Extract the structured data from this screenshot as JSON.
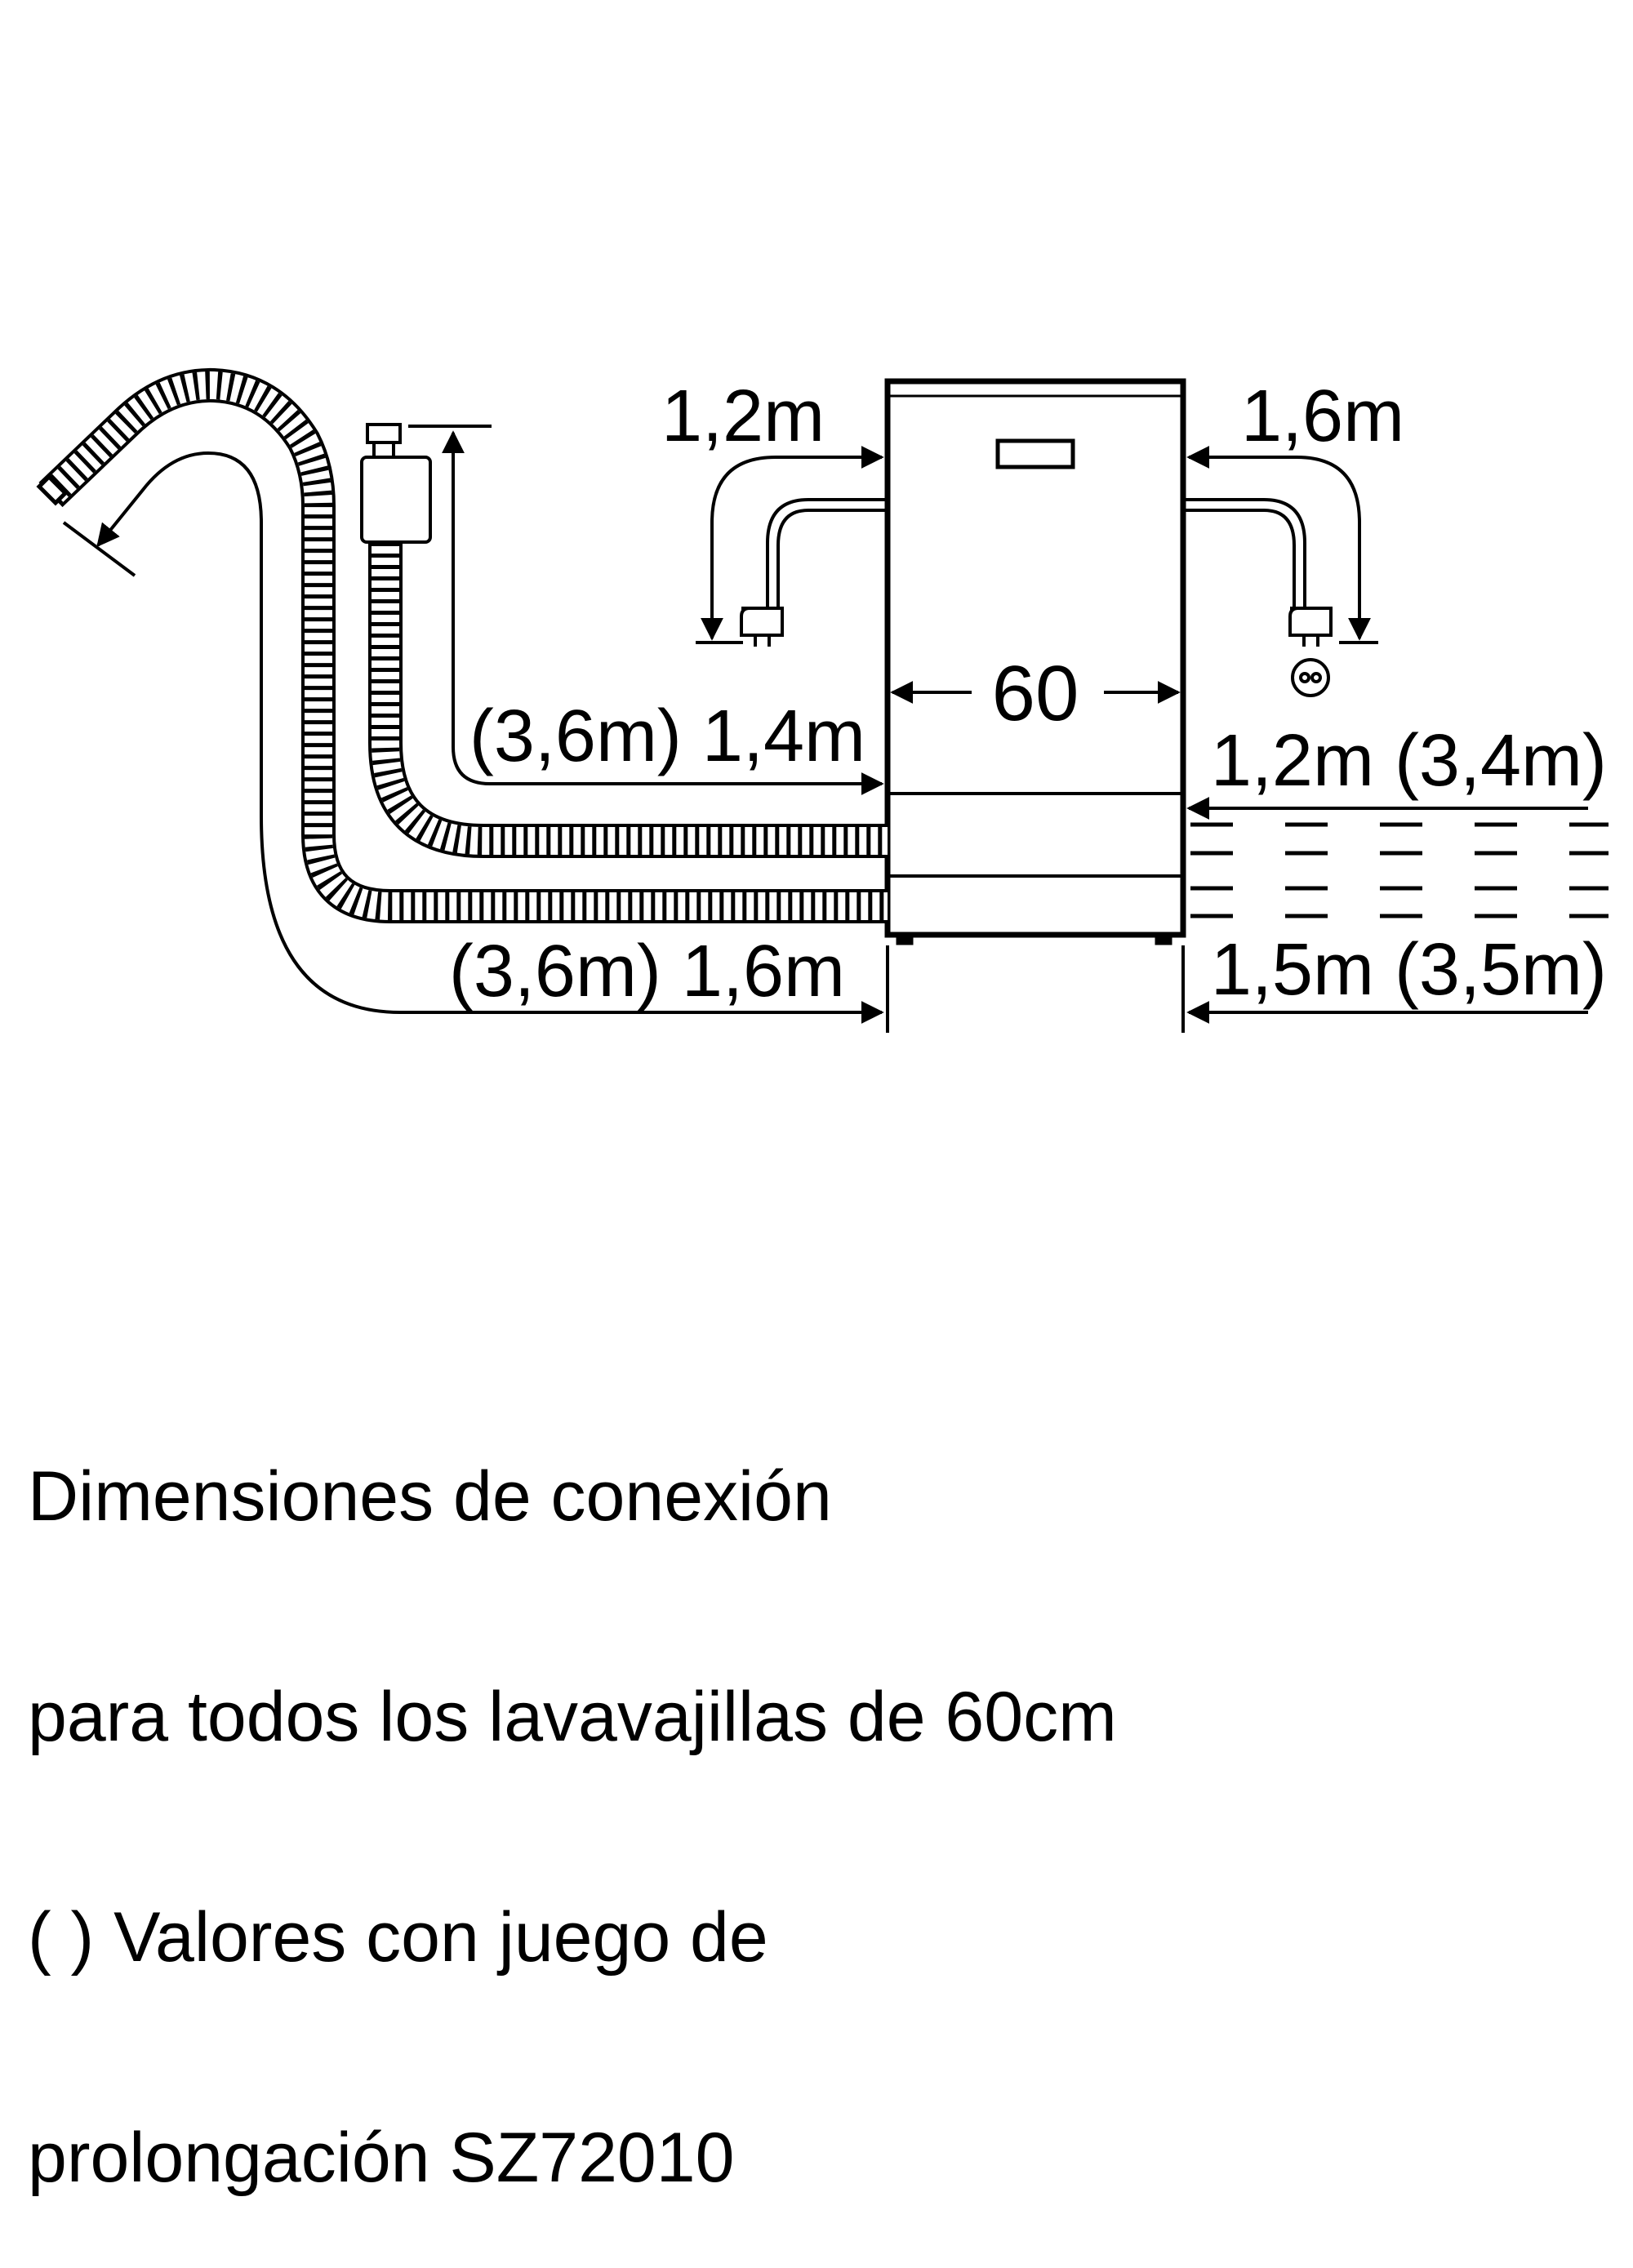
{
  "dimensions": {
    "power_left": "1,2m",
    "power_right": "1,6m",
    "width": "60",
    "water_inlet": "(3,6m) 1,4m",
    "drain_hose": "(3,6m) 1,6m",
    "right_upper": "1,2m (3,4m)",
    "right_lower": "1,5m (3,5m)"
  },
  "caption": {
    "line1": "Dimensiones de conexión",
    "line2": "para todos los lavavajillas de 60cm",
    "line3": "( ) Valores con juego de",
    "line4": "prolongación SZ72010"
  },
  "icons": [
    "dishwasher",
    "water-inlet-hose",
    "drain-hose",
    "power-plug-left",
    "power-plug-right",
    "wall-socket"
  ],
  "colors": {
    "line": "#000000",
    "background": "#ffffff"
  }
}
